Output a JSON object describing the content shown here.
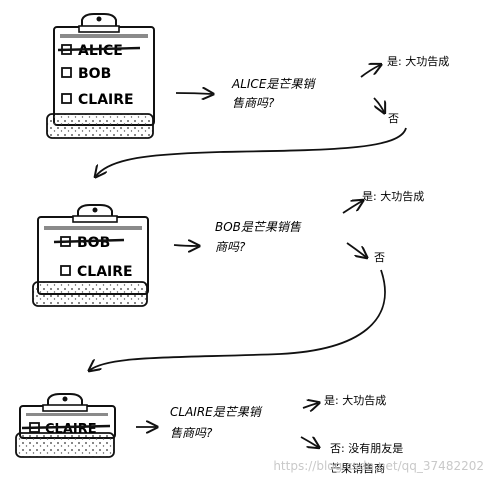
{
  "stage1": {
    "names": [
      "ALICE",
      "BOB",
      "CLAIRE"
    ],
    "question_line1": "ALICE是芒果销",
    "question_line2": "售商吗?",
    "yes": "是: 大功告成",
    "no": "否"
  },
  "stage2": {
    "names": [
      "BOB",
      "CLAIRE"
    ],
    "question_line1": "BOB是芒果销售",
    "question_line2": "商吗?",
    "yes": "是: 大功告成",
    "no": "否"
  },
  "stage3": {
    "names": [
      "CLAIRE"
    ],
    "question_line1": "CLAIRE是芒果销",
    "question_line2": "售商吗?",
    "yes": "是: 大功告成",
    "no_line1": "否: 没有朋友是",
    "no_line2": "芒果销售商"
  },
  "watermark": "https://blog.csdn.net/qq_37482202",
  "colors": {
    "ink": "#111111",
    "shade": "#8a8a8a",
    "watermark": "#c9c9c9"
  }
}
